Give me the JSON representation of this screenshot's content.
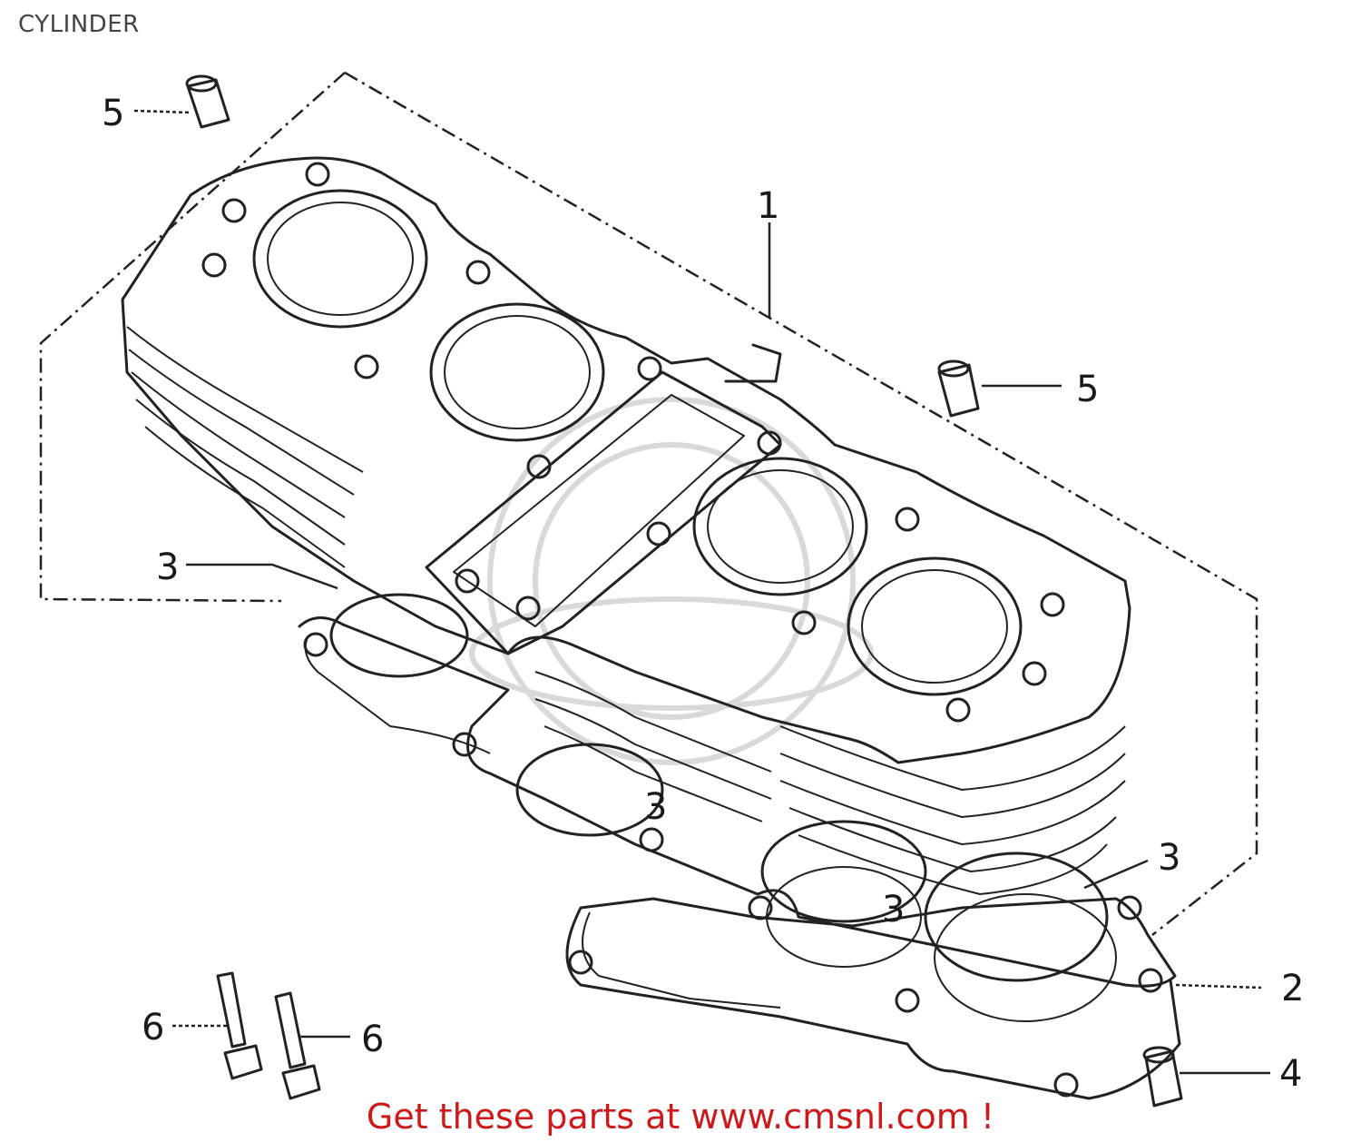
{
  "title": "CYLINDER",
  "footer_text": "Get these parts at www.cmsnl.com !",
  "callouts": [
    "1",
    "2",
    "3",
    "4",
    "5",
    "6"
  ],
  "colors": {
    "line": "#222222",
    "title": "#444444",
    "footer": "#cc1a1a",
    "watermark": "#d9d9d9"
  }
}
